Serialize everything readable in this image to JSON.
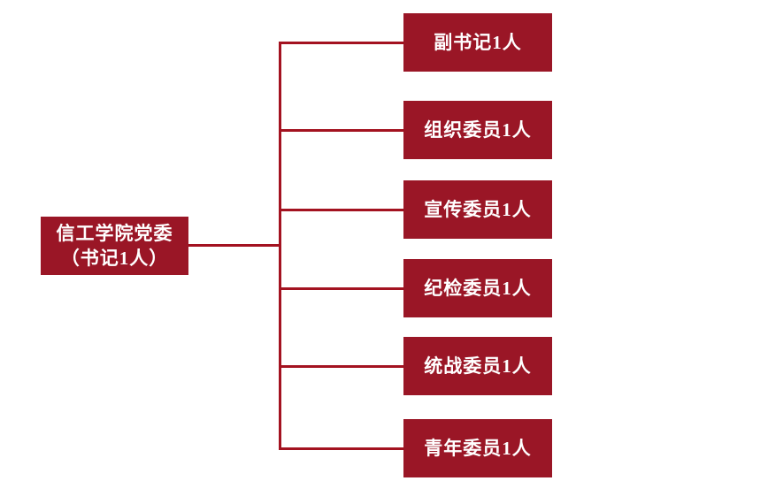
{
  "diagram": {
    "type": "org-chart",
    "root": {
      "label_line1": "信工学院党委",
      "label_line2": "（书记1人）"
    },
    "children": [
      {
        "label": "副书记1人"
      },
      {
        "label": "组织委员1人"
      },
      {
        "label": "宣传委员1人"
      },
      {
        "label": "纪检委员1人"
      },
      {
        "label": "统战委员1人"
      },
      {
        "label": "青年委员1人"
      }
    ],
    "colors": {
      "node_fill": "#9A1626",
      "connector_line": "#A31220",
      "node_text": "#FFFFFF",
      "background": "#FFFFFF"
    }
  }
}
